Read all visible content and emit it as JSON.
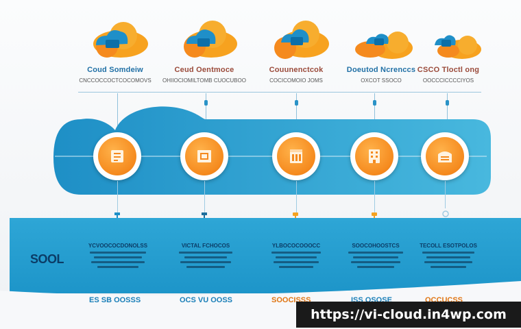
{
  "colors": {
    "band_blue": "#2ea6d6",
    "orange": "#f58a1e",
    "navy": "#0b3c66",
    "cloud_blue": "#1f8fc8"
  },
  "columns": [
    {
      "title": "Coud Somdeiw",
      "subtitle": "CNCCOCCOCTCOCOMOVS",
      "title_color": "#1f6fa5",
      "icon": "cloud-icon",
      "lower_head": "YCVOOCOCDONOLSS",
      "footer": "ES SB OOSSS",
      "footer_color": "#1a7fb8"
    },
    {
      "title": "Ceud Oentmoce",
      "subtitle": "OHIIOCIOMILTOMB CUOCUBOO",
      "title_color": "#9a4a3a",
      "icon": "cloud-icon",
      "lower_head": "VICTAL FCHOCOS",
      "footer": "OCS VU OOSS",
      "footer_color": "#1a7fb8"
    },
    {
      "title": "Couunenctcok",
      "subtitle": "COCICOMOIO JOMS",
      "title_color": "#9a4a3a",
      "icon": "cloud-icon",
      "lower_head": "YLBOCOCOOOCC",
      "footer": "SOOCISSS",
      "footer_color": "#e07512"
    },
    {
      "title": "Doeutod Ncrenccs",
      "subtitle": "OXCOT SSOCO",
      "title_color": "#1f6fa5",
      "icon": "cloud-icon",
      "lower_head": "SOOCOHOOSTCS",
      "footer": "ISS OSOSE",
      "footer_color": "#1a7fb8"
    },
    {
      "title": "CSCO Tloctl ong",
      "subtitle": "OOCCCICCCCIYOS",
      "title_color": "#9a4a3a",
      "icon": "cloud-icon",
      "lower_head": "TECOLL ESOTPOLOS",
      "footer": "OCCUCSS",
      "footer_color": "#e07512"
    }
  ],
  "steps": [
    {
      "icon": "document-icon"
    },
    {
      "icon": "box-icon"
    },
    {
      "icon": "calendar-icon"
    },
    {
      "icon": "building-icon"
    },
    {
      "icon": "archive-icon"
    }
  ],
  "lower_label": "SOOL",
  "watermark": "https://vi-cloud.in4wp.com"
}
